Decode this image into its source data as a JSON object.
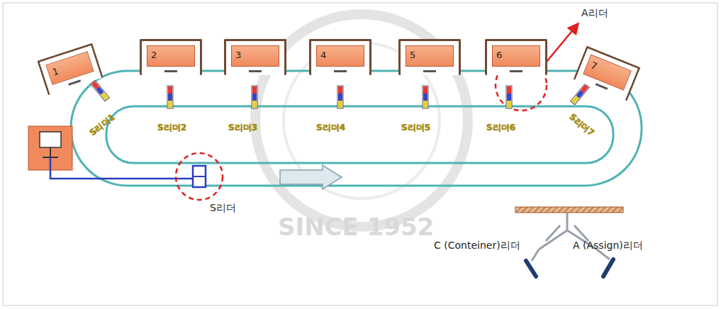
{
  "diagram": {
    "nodes": [
      {
        "text": [
          "1"
        ]
      },
      {
        "text": [
          "2"
        ]
      },
      {
        "text": [
          "3"
        ]
      },
      {
        "text": [
          "4"
        ]
      },
      {
        "text": [
          "5"
        ]
      },
      {
        "text": [
          "6"
        ]
      },
      {
        "text": [
          "7"
        ]
      }
    ],
    "labels": [
      "A리더",
      "S리더1",
      "S리더2",
      "S리더3",
      "S리더4",
      "S리더5",
      "S리더6",
      "S리더7",
      "S리더",
      "C (Conteiner)리더",
      "A (Assign)리더",
      "SINCE 1952"
    ]
  }
}
